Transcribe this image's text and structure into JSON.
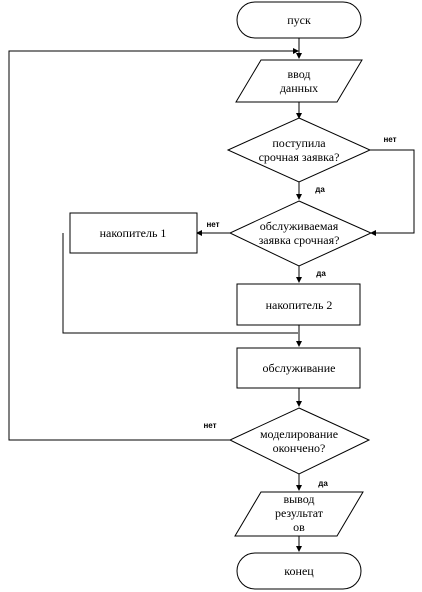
{
  "nodes": {
    "start": [
      "пуск"
    ],
    "input": [
      "ввод",
      "данных"
    ],
    "urgent_arrived": [
      "поступила",
      "срочная заявка?"
    ],
    "served_urgent": [
      "обслуживаемая",
      "заявка срочная?"
    ],
    "buffer1": [
      "накопитель 1"
    ],
    "buffer2": [
      "накопитель 2"
    ],
    "service": [
      "обслуживание"
    ],
    "modeling_done": [
      "моделирование",
      "окончено?"
    ],
    "output": [
      "вывод",
      "результат",
      "ов"
    ],
    "end": [
      "конец"
    ]
  },
  "edge_labels": {
    "no": "нет",
    "yes": "да"
  }
}
